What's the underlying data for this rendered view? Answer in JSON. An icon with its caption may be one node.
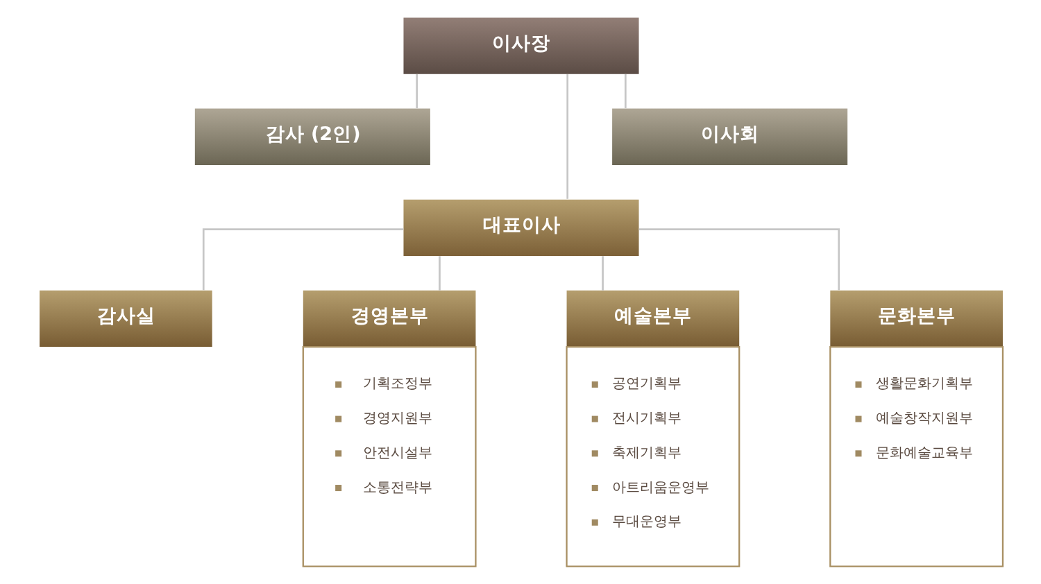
{
  "diagram": {
    "nodes": [
      {
        "text": [
          "이사장"
        ]
      },
      {
        "text": [
          "감사 (2인)"
        ]
      },
      {
        "text": [
          "이사회"
        ]
      },
      {
        "text": [
          "대표이사"
        ]
      },
      {
        "text": [
          "감사실"
        ]
      },
      {
        "text": [
          "경영본부",
          "기획조정부",
          "경영지원부",
          "안전시설부",
          "소통전략부"
        ]
      },
      {
        "text": [
          "예술본부",
          "공연기획부",
          "전시기획부",
          "축제기획부",
          "아트리움운영부",
          "무대운영부"
        ]
      },
      {
        "text": [
          "문화본부",
          "생활문화기획부",
          "예술창작지원부",
          "문화예술교육부"
        ]
      }
    ],
    "edges": [
      {
        "from": 0,
        "to": 1,
        "arrow": "none"
      },
      {
        "from": 0,
        "to": 2,
        "arrow": "none"
      },
      {
        "from": 0,
        "to": 3,
        "arrow": "none"
      },
      {
        "from": 3,
        "to": 4,
        "arrow": "none"
      },
      {
        "from": 3,
        "to": 5,
        "arrow": "none"
      },
      {
        "from": 3,
        "to": 6,
        "arrow": "none"
      },
      {
        "from": 3,
        "to": 7,
        "arrow": "none"
      }
    ]
  }
}
